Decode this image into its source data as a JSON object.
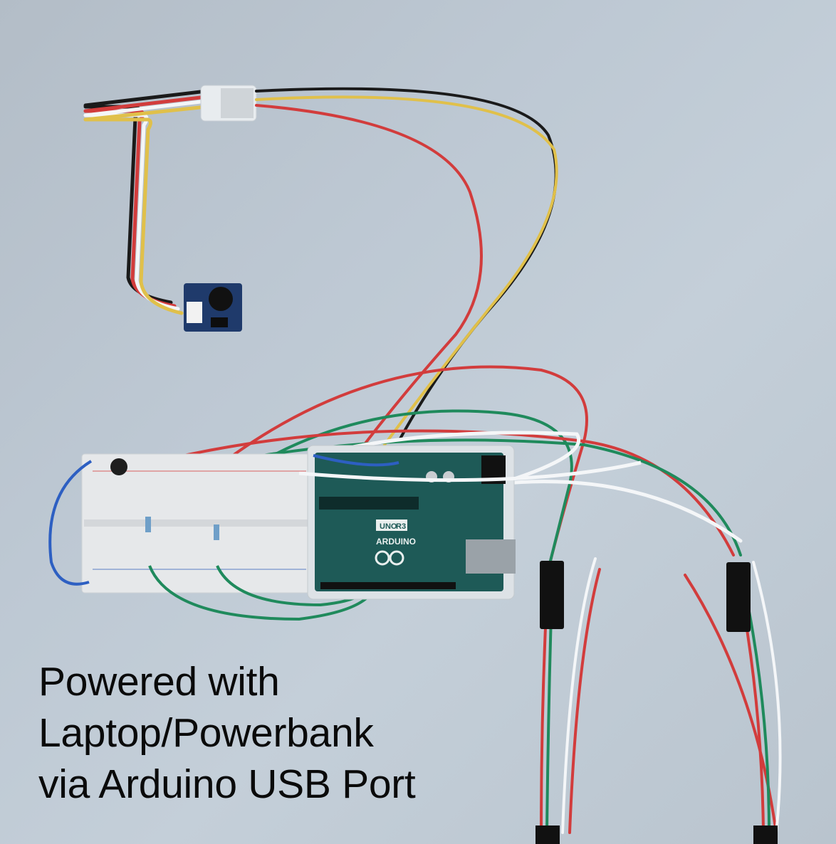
{
  "caption": {
    "lines": [
      "Powered with",
      "Laptop/Powerbank",
      "via Arduino USB Port"
    ]
  },
  "scene": {
    "background_color": "#bcc7d1",
    "components": [
      {
        "name": "sound-sensor-module",
        "color": "#1f3a6b"
      },
      {
        "name": "breadboard",
        "color": "#e6e8ea"
      },
      {
        "name": "arduino-uno-r3",
        "color": "#1e5a57"
      },
      {
        "name": "led-strip-connectors",
        "color": "#111111"
      }
    ],
    "wire_colors": {
      "red": "#d23c3c",
      "black": "#1a1a1a",
      "yellow": "#e0c04a",
      "green": "#1f8a5c",
      "white": "#f4f6f8",
      "blue": "#2d5fc2"
    }
  },
  "board": {
    "model_label": "UNO",
    "rev_label": "R3",
    "brand_label": "ARDUINO"
  }
}
